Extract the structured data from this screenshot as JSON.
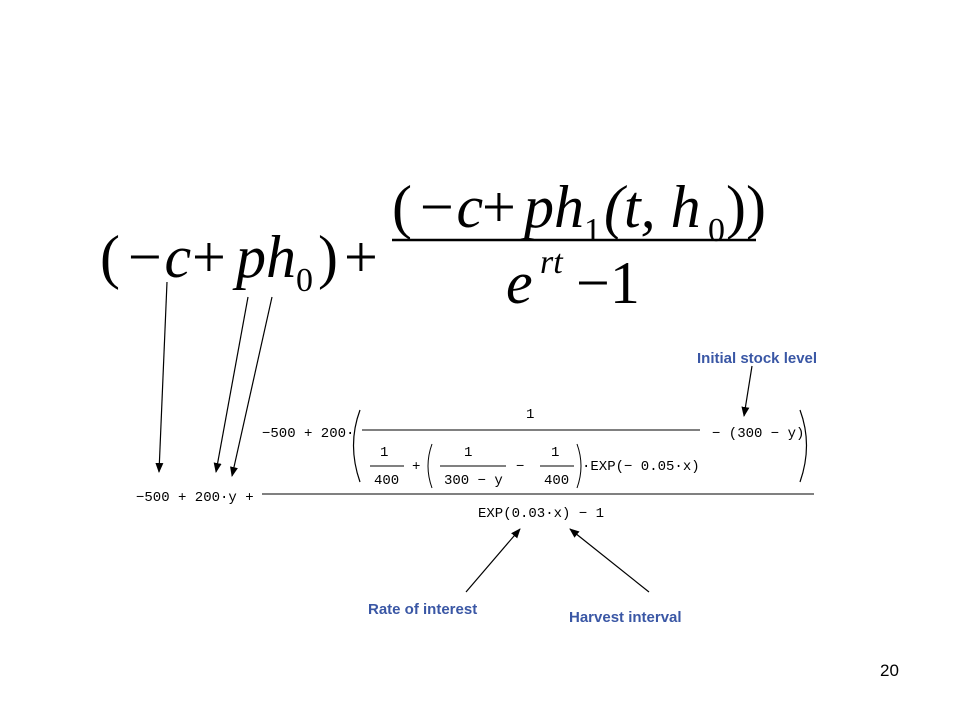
{
  "formula": {
    "lhs_term1_open": "(",
    "lhs_term1_minus_c": "−c",
    "lhs_term1_plus": "+",
    "lhs_term1_ph": "ph",
    "lhs_term1_sub0": "0",
    "lhs_term1_close": ")",
    "lhs_plus": "+",
    "num_open": "(",
    "num_minus_c": "−c",
    "num_plus": "+",
    "num_ph": "ph",
    "num_sub1": "1",
    "num_args_open": "(t, h",
    "num_args_sub0": "0",
    "num_args_close": "))",
    "den_e": "e",
    "den_exp": "rt",
    "den_minus1": "−1"
  },
  "expression": {
    "left": "−500 + 200·y +",
    "num_prefix": "−500 + 200·",
    "inner_one": "1",
    "inner_suffix": "− (300 − y)",
    "frac1_num": "1",
    "frac1_den": "400",
    "plus_sign": "+",
    "frac2_num": "1",
    "frac2_den": "300 − y",
    "minus_sign": "−",
    "frac3_num": "1",
    "frac3_den": "400",
    "exp_term": "·EXP(− 0.05·x)",
    "denominator": "EXP(0.03·x) − 1"
  },
  "annotations": {
    "initial_stock": "Initial stock level",
    "rate_of_interest": "Rate of interest",
    "harvest_interval": "Harvest interval"
  },
  "page_number": "20",
  "colors": {
    "label": "#3a57a5",
    "text": "#000000"
  }
}
